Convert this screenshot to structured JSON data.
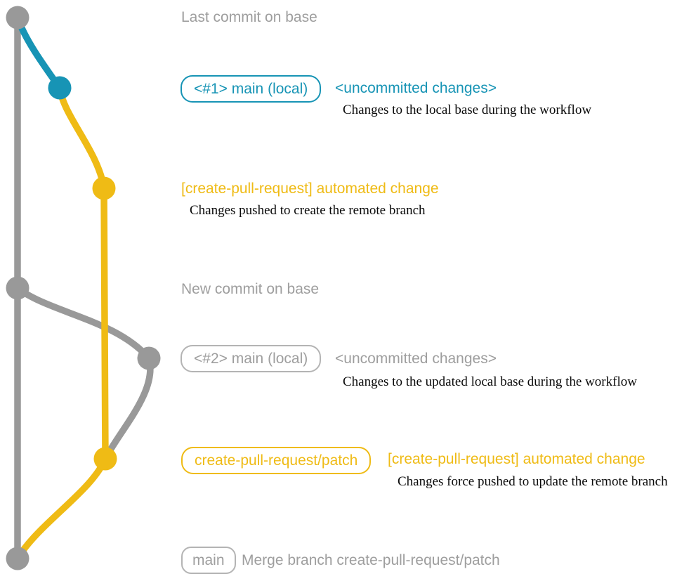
{
  "colors": {
    "graph_gray": "#999999",
    "text_gray": "#9e9e9e",
    "border_gray": "#b4b4b4",
    "blue": "#1794b5",
    "yellow": "#efbb15",
    "description_black": "#0a0a0a"
  },
  "labels": {
    "last_commit": "Last commit on base",
    "badge1": "<#1> main (local)",
    "tag1": "<uncommitted changes>",
    "desc1": "Changes to the local base during the workflow",
    "commit_msg1": "[create-pull-request] automated change",
    "desc2": "Changes pushed to create the remote branch",
    "new_commit": "New commit on base",
    "badge2": "<#2> main (local)",
    "tag2": "<uncommitted changes>",
    "desc3": "Changes to the updated local base during the workflow",
    "badge3": "create-pull-request/patch",
    "commit_msg2": "[create-pull-request] automated change",
    "desc4": "Changes force pushed to update the remote branch",
    "badge4": "main",
    "merge_msg": "Merge branch create-pull-request/patch"
  }
}
